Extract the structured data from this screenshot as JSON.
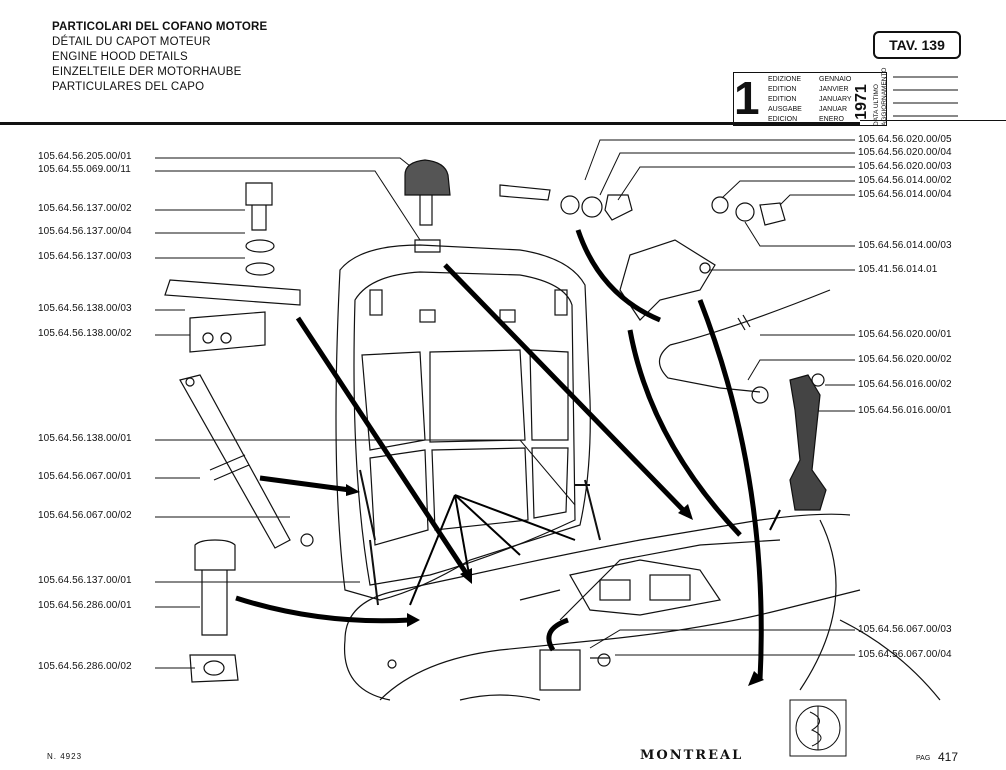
{
  "header": {
    "title_lines": [
      "PARTICOLARI DEL COFANO MOTORE",
      "DÉTAIL DU CAPOT MOTEUR",
      "ENGINE HOOD DETAILS",
      "EINZELTEILE DER MOTORHAUBE",
      "PARTICULARES DEL CAPO"
    ],
    "table_ref": "TAV. 139"
  },
  "edition_box": {
    "number": "1",
    "labels": [
      "EDIZIONE",
      "EDITION",
      "EDITION",
      "AUSGABE",
      "EDICION"
    ],
    "months": [
      "GENNAIO",
      "JANVIER",
      "JANUARY",
      "JANUAR",
      "ENERO"
    ],
    "year": "1971",
    "update_label": [
      "DATA ULTIMO",
      "AGGIORNAMENTO"
    ]
  },
  "parts_left": [
    "105.64.56.205.00/01",
    "105.64.55.069.00/11",
    "105.64.56.137.00/02",
    "105.64.56.137.00/04",
    "105.64.56.137.00/03",
    "105.64.56.138.00/03",
    "105.64.56.138.00/02",
    "105.64.56.138.00/01",
    "105.64.56.067.00/01",
    "105.64.56.067.00/02",
    "105.64.56.137.00/01",
    "105.64.56.286.00/01",
    "105.64.56.286.00/02"
  ],
  "parts_right": [
    "105.64.56.020.00/05",
    "105.64.56.020.00/04",
    "105.64.56.020.00/03",
    "105.64.56.014.00/02",
    "105.64.56.014.00/04",
    "105.64.56.014.00/03",
    "105.41.56.014.01",
    "105.64.56.020.00/01",
    "105.64.56.020.00/02",
    "105.64.56.016.00/02",
    "105.64.56.016.00/01",
    "105.64.56.067.00/03",
    "105.64.56.067.00/04"
  ],
  "footer": {
    "drawing_number": "N. 4923",
    "model": "MONTREAL",
    "page_label": "PAG",
    "page_number": "417"
  }
}
